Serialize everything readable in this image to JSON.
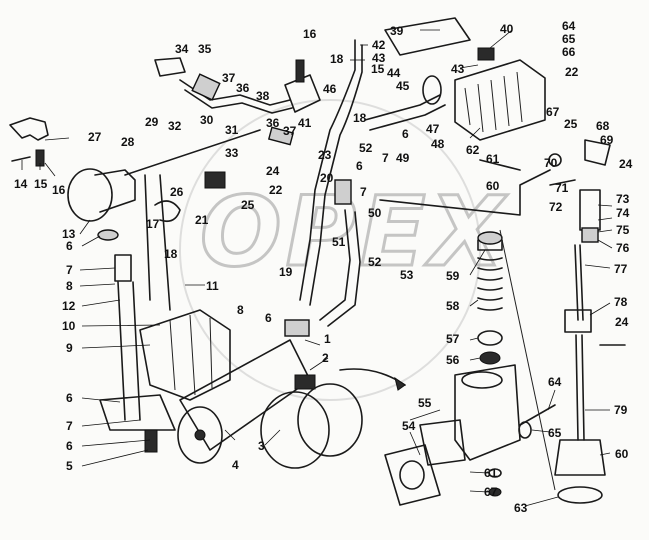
{
  "watermark": "OPEX",
  "callouts": [
    {
      "id": "c1",
      "text": "1"
    },
    {
      "id": "c2",
      "text": "2"
    },
    {
      "id": "c3",
      "text": "3"
    },
    {
      "id": "c4",
      "text": "4"
    },
    {
      "id": "c5",
      "text": "5"
    },
    {
      "id": "c6a",
      "text": "6"
    },
    {
      "id": "c6b",
      "text": "6"
    },
    {
      "id": "c6c",
      "text": "6"
    },
    {
      "id": "c6d",
      "text": "6"
    },
    {
      "id": "c6e",
      "text": "6"
    },
    {
      "id": "c6f",
      "text": "6"
    },
    {
      "id": "c7a",
      "text": "7"
    },
    {
      "id": "c7b",
      "text": "7"
    },
    {
      "id": "c7c",
      "text": "7"
    },
    {
      "id": "c7d",
      "text": "7"
    },
    {
      "id": "c8a",
      "text": "8"
    },
    {
      "id": "c8b",
      "text": "8"
    },
    {
      "id": "c9",
      "text": "9"
    },
    {
      "id": "c10",
      "text": "10"
    },
    {
      "id": "c11",
      "text": "11"
    },
    {
      "id": "c12",
      "text": "12"
    },
    {
      "id": "c13",
      "text": "13"
    },
    {
      "id": "c14",
      "text": "14"
    },
    {
      "id": "c15a",
      "text": "15"
    },
    {
      "id": "c15b",
      "text": "15"
    },
    {
      "id": "c16a",
      "text": "16"
    },
    {
      "id": "c16b",
      "text": "16"
    },
    {
      "id": "c17",
      "text": "17"
    },
    {
      "id": "c18a",
      "text": "18"
    },
    {
      "id": "c18b",
      "text": "18"
    },
    {
      "id": "c18c",
      "text": "18"
    },
    {
      "id": "c19",
      "text": "19"
    },
    {
      "id": "c20",
      "text": "20"
    },
    {
      "id": "c21",
      "text": "21"
    },
    {
      "id": "c22a",
      "text": "22"
    },
    {
      "id": "c22b",
      "text": "22"
    },
    {
      "id": "c23",
      "text": "23"
    },
    {
      "id": "c24a",
      "text": "24"
    },
    {
      "id": "c24b",
      "text": "24"
    },
    {
      "id": "c24c",
      "text": "24"
    },
    {
      "id": "c25a",
      "text": "25"
    },
    {
      "id": "c25b",
      "text": "25"
    },
    {
      "id": "c26",
      "text": "26"
    },
    {
      "id": "c27",
      "text": "27"
    },
    {
      "id": "c28",
      "text": "28"
    },
    {
      "id": "c29",
      "text": "29"
    },
    {
      "id": "c30",
      "text": "30"
    },
    {
      "id": "c31",
      "text": "31"
    },
    {
      "id": "c32",
      "text": "32"
    },
    {
      "id": "c33",
      "text": "33"
    },
    {
      "id": "c34",
      "text": "34"
    },
    {
      "id": "c35",
      "text": "35"
    },
    {
      "id": "c36a",
      "text": "36"
    },
    {
      "id": "c36b",
      "text": "36"
    },
    {
      "id": "c37a",
      "text": "37"
    },
    {
      "id": "c37b",
      "text": "37"
    },
    {
      "id": "c38",
      "text": "38"
    },
    {
      "id": "c39",
      "text": "39"
    },
    {
      "id": "c40",
      "text": "40"
    },
    {
      "id": "c41",
      "text": "41"
    },
    {
      "id": "c42",
      "text": "42"
    },
    {
      "id": "c43a",
      "text": "43"
    },
    {
      "id": "c43b",
      "text": "43"
    },
    {
      "id": "c44",
      "text": "44"
    },
    {
      "id": "c45",
      "text": "45"
    },
    {
      "id": "c46",
      "text": "46"
    },
    {
      "id": "c47",
      "text": "47"
    },
    {
      "id": "c48",
      "text": "48"
    },
    {
      "id": "c49",
      "text": "49"
    },
    {
      "id": "c50",
      "text": "50"
    },
    {
      "id": "c51",
      "text": "51"
    },
    {
      "id": "c52a",
      "text": "52"
    },
    {
      "id": "c52b",
      "text": "52"
    },
    {
      "id": "c53",
      "text": "53"
    },
    {
      "id": "c54",
      "text": "54"
    },
    {
      "id": "c55",
      "text": "55"
    },
    {
      "id": "c56",
      "text": "56"
    },
    {
      "id": "c57",
      "text": "57"
    },
    {
      "id": "c58",
      "text": "58"
    },
    {
      "id": "c59",
      "text": "59"
    },
    {
      "id": "c60a",
      "text": "60"
    },
    {
      "id": "c60b",
      "text": "60"
    },
    {
      "id": "c61a",
      "text": "61"
    },
    {
      "id": "c61b",
      "text": "61"
    },
    {
      "id": "c62",
      "text": "62"
    },
    {
      "id": "c63",
      "text": "63"
    },
    {
      "id": "c64a",
      "text": "64"
    },
    {
      "id": "c64b",
      "text": "64"
    },
    {
      "id": "c65a",
      "text": "65"
    },
    {
      "id": "c65b",
      "text": "65"
    },
    {
      "id": "c66",
      "text": "66"
    },
    {
      "id": "c67a",
      "text": "67"
    },
    {
      "id": "c67b",
      "text": "67"
    },
    {
      "id": "c68",
      "text": "68"
    },
    {
      "id": "c69",
      "text": "69"
    },
    {
      "id": "c70",
      "text": "70"
    },
    {
      "id": "c71",
      "text": "71"
    },
    {
      "id": "c72",
      "text": "72"
    },
    {
      "id": "c73",
      "text": "73"
    },
    {
      "id": "c74",
      "text": "74"
    },
    {
      "id": "c75",
      "text": "75"
    },
    {
      "id": "c76",
      "text": "76"
    },
    {
      "id": "c77",
      "text": "77"
    },
    {
      "id": "c78",
      "text": "78"
    },
    {
      "id": "c79",
      "text": "79"
    }
  ]
}
